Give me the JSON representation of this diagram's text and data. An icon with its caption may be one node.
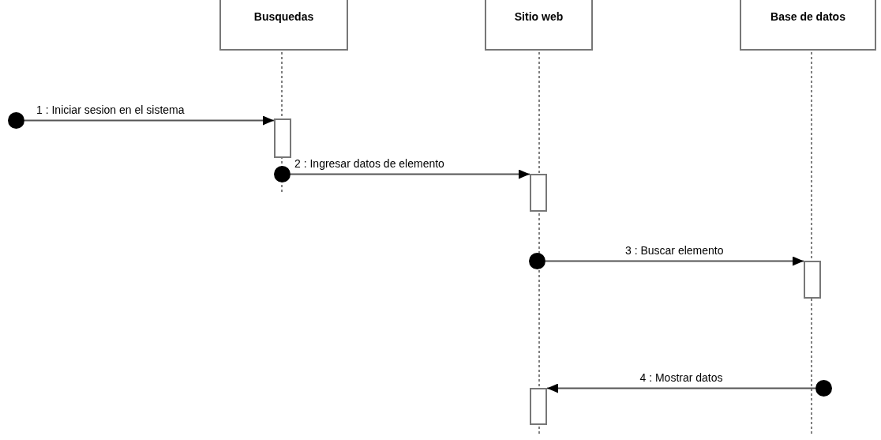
{
  "diagram": {
    "nodes": [
      {
        "text": [
          "Busquedas"
        ]
      },
      {
        "text": [
          "Sitio web"
        ]
      },
      {
        "text": [
          "Base de datos"
        ]
      },
      {
        "text": [],
        "shape": "circle"
      },
      {
        "text": [],
        "shape": "bar"
      },
      {
        "text": [],
        "shape": "circle"
      },
      {
        "text": [],
        "shape": "bar"
      },
      {
        "text": [],
        "shape": "circle"
      },
      {
        "text": [],
        "shape": "bar"
      },
      {
        "text": [],
        "shape": "bar"
      },
      {
        "text": [],
        "shape": "circle"
      }
    ],
    "edges": [
      {
        "from": 3,
        "to": 4,
        "arrow": "to",
        "label": "1 : Iniciar sesion en el sistema"
      },
      {
        "from": 5,
        "to": 6,
        "arrow": "to",
        "label": "2 : Ingresar datos de elemento"
      },
      {
        "from": 7,
        "to": 8,
        "arrow": "to",
        "label": "3 : Buscar elemento"
      },
      {
        "from": 10,
        "to": 9,
        "arrow": "to",
        "label": "4 : Mostrar datos"
      }
    ]
  }
}
